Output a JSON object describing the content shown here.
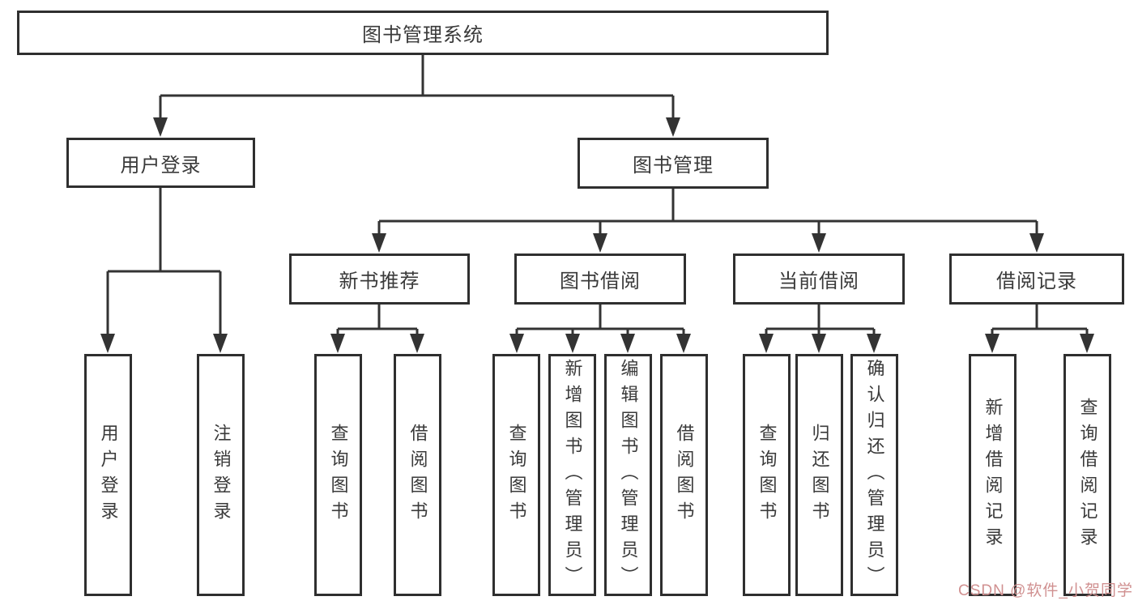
{
  "diagram": {
    "root": {
      "label": "图书管理系统"
    },
    "level2": [
      {
        "id": "user-login",
        "label": "用户登录"
      },
      {
        "id": "book-management",
        "label": "图书管理"
      }
    ],
    "level3": [
      {
        "id": "new-book-recommend",
        "label": "新书推荐"
      },
      {
        "id": "book-borrowing",
        "label": "图书借阅"
      },
      {
        "id": "current-borrowing",
        "label": "当前借阅"
      },
      {
        "id": "borrowing-records",
        "label": "借阅记录"
      }
    ],
    "leaves": [
      {
        "parent": "user-login",
        "label": "用户登录"
      },
      {
        "parent": "user-login",
        "label": "注销登录"
      },
      {
        "parent": "new-book-recommend",
        "label": "查询图书"
      },
      {
        "parent": "new-book-recommend",
        "label": "借阅图书"
      },
      {
        "parent": "book-borrowing",
        "label": "查询图书"
      },
      {
        "parent": "book-borrowing",
        "label": "新增图书（管理员）"
      },
      {
        "parent": "book-borrowing",
        "label": "编辑图书（管理员）"
      },
      {
        "parent": "book-borrowing",
        "label": "借阅图书"
      },
      {
        "parent": "current-borrowing",
        "label": "查询图书"
      },
      {
        "parent": "current-borrowing",
        "label": "归还图书"
      },
      {
        "parent": "current-borrowing",
        "label": "确认归还（管理员）"
      },
      {
        "parent": "borrowing-records",
        "label": "新增借阅记录"
      },
      {
        "parent": "borrowing-records",
        "label": "查询借阅记录"
      }
    ]
  },
  "watermark": {
    "text": "CSDN @软件_小贺同学",
    "color": "#d09090"
  },
  "colors": {
    "line": "#333333",
    "box_border": "#2f2f2f",
    "text": "#3a3a3a",
    "background": "#ffffff"
  }
}
